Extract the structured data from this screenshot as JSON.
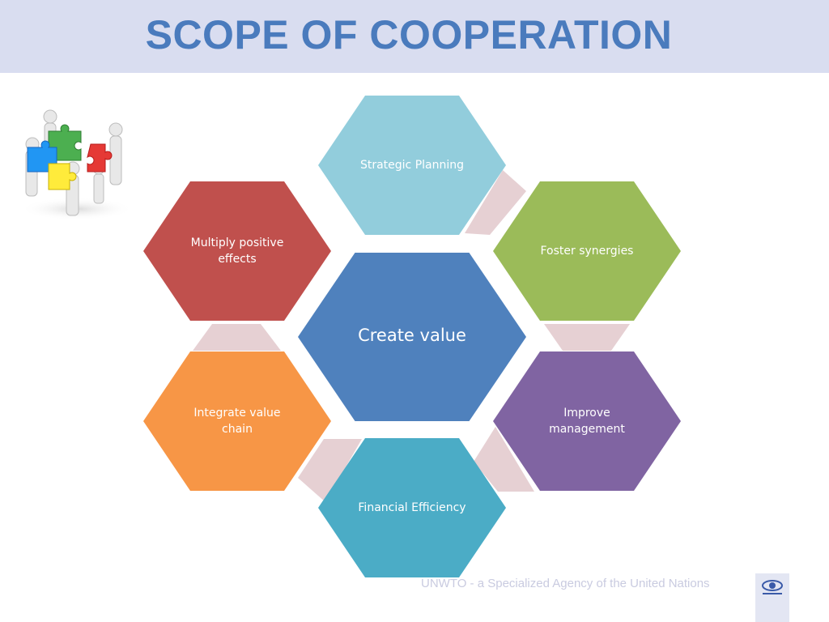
{
  "title": "SCOPE OF COOPERATION",
  "center": {
    "label": "Create value",
    "color": "#4f81bd"
  },
  "hexagons": [
    {
      "id": "strategic-planning",
      "label": "Strategic Planning",
      "color": "#92cddc"
    },
    {
      "id": "foster-synergies",
      "label": "Foster synergies",
      "color": "#9bbb59"
    },
    {
      "id": "improve-management",
      "label": "Improve management",
      "color": "#8064a2"
    },
    {
      "id": "financial-efficiency",
      "label": "Financial Efficiency",
      "color": "#4bacc6"
    },
    {
      "id": "integrate-value-chain",
      "label": "Integrate value chain",
      "color": "#f79646"
    },
    {
      "id": "multiply-positive-effects",
      "label": "Multiply positive effects",
      "color": "#c0504d"
    }
  ],
  "connector_color": "#e6d0d3",
  "footer": {
    "text": "UNWTO - a Specialized Agency of the United Nations"
  }
}
